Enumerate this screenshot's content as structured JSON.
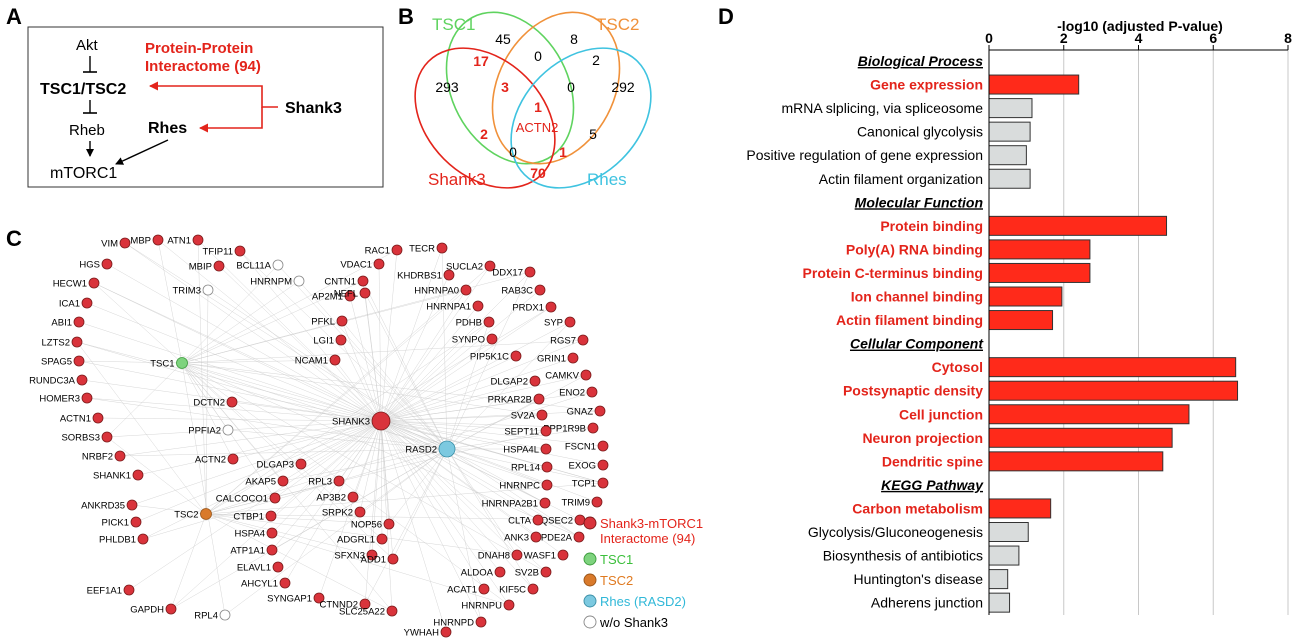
{
  "panel_labels": [
    "A",
    "B",
    "C",
    "D"
  ],
  "panel_a": {
    "akt": "Akt",
    "tsc": "TSC1/TSC2",
    "rheb": "Rheb",
    "mtorc1": "mTORC1",
    "rhes": "Rhes",
    "shank3": "Shank3",
    "ppi_line1": "Protein-Protein",
    "ppi_line2": "Interactome (94)",
    "colors": {
      "ppi": "#e3241b",
      "text": "#000000"
    }
  },
  "panel_b": {
    "set_labels": {
      "tsc1": "TSC1",
      "tsc2": "TSC2",
      "shank3": "Shank3",
      "rhes": "Rhes"
    },
    "set_colors": {
      "tsc1": "#5fd35f",
      "tsc2": "#f0913a",
      "shank3": "#e3241b",
      "rhes": "#3fc3e0"
    },
    "regions": [
      {
        "id": "tsc1-only",
        "value": "45",
        "highlight": false
      },
      {
        "id": "tsc2-only",
        "value": "8",
        "highlight": false
      },
      {
        "id": "shank3-only",
        "value": "293",
        "highlight": false
      },
      {
        "id": "rhes-only",
        "value": "292",
        "highlight": false
      },
      {
        "id": "tsc1-tsc2",
        "value": "0",
        "highlight": false
      },
      {
        "id": "tsc1-shank3",
        "value": "17",
        "highlight": true
      },
      {
        "id": "tsc2-rhes",
        "value": "2",
        "highlight": false
      },
      {
        "id": "tsc1-tsc2-shank3",
        "value": "3",
        "highlight": true
      },
      {
        "id": "tsc1-tsc2-rhes",
        "value": "0",
        "highlight": false
      },
      {
        "id": "all-four",
        "value": "1",
        "highlight": true
      },
      {
        "id": "tsc2-shank3",
        "value": "2",
        "highlight": true
      },
      {
        "id": "tsc1-rhes",
        "value": "5",
        "highlight": false
      },
      {
        "id": "tsc2-shank3-rhes-left",
        "value": "0",
        "highlight": false
      },
      {
        "id": "tsc1-shank3-rhes",
        "value": "1",
        "highlight": true
      },
      {
        "id": "shank3-rhes",
        "value": "70",
        "highlight": true
      }
    ],
    "center_gene": "ACTN2"
  },
  "panel_c": {
    "colors": {
      "interactome": "#d9333b",
      "tsc1": "#7ed37e",
      "tsc2": "#d97a2b",
      "rhes": "#7cc9e0",
      "without": "#ffffff",
      "edge": "#c9c9c9"
    },
    "hubs": [
      {
        "name": "SHANK3",
        "type": "hub-shank3"
      },
      {
        "name": "RASD2",
        "type": "hub-rhes"
      },
      {
        "name": "TSC1",
        "type": "tsc1"
      },
      {
        "name": "TSC2",
        "type": "tsc2"
      }
    ],
    "nodes": [
      {
        "name": "VIM",
        "type": "interactome"
      },
      {
        "name": "MBP",
        "type": "interactome"
      },
      {
        "name": "ATN1",
        "type": "interactome"
      },
      {
        "name": "TFIP11",
        "type": "interactome"
      },
      {
        "name": "MBIP",
        "type": "interactome"
      },
      {
        "name": "BCL11A",
        "type": "without"
      },
      {
        "name": "HNRNPM",
        "type": "without"
      },
      {
        "name": "TRIM3",
        "type": "without"
      },
      {
        "name": "HGS",
        "type": "interactome"
      },
      {
        "name": "HECW1",
        "type": "interactome"
      },
      {
        "name": "ICA1",
        "type": "interactome"
      },
      {
        "name": "ABI1",
        "type": "interactome"
      },
      {
        "name": "LZTS2",
        "type": "interactome"
      },
      {
        "name": "SPAG5",
        "type": "interactome"
      },
      {
        "name": "RUNDC3A",
        "type": "interactome"
      },
      {
        "name": "HOMER3",
        "type": "interactome"
      },
      {
        "name": "ACTN1",
        "type": "interactome"
      },
      {
        "name": "SORBS3",
        "type": "interactome"
      },
      {
        "name": "NRBF2",
        "type": "interactome"
      },
      {
        "name": "SHANK1",
        "type": "interactome"
      },
      {
        "name": "DCTN2",
        "type": "interactome"
      },
      {
        "name": "PPFIA2",
        "type": "without"
      },
      {
        "name": "ANKRD35",
        "type": "interactome"
      },
      {
        "name": "PICK1",
        "type": "interactome"
      },
      {
        "name": "PHLDB1",
        "type": "interactome"
      },
      {
        "name": "ACTN2",
        "type": "interactome"
      },
      {
        "name": "EEF1A1",
        "type": "interactome"
      },
      {
        "name": "GAPDH",
        "type": "interactome"
      },
      {
        "name": "RPL4",
        "type": "without"
      },
      {
        "name": "RAC1",
        "type": "interactome"
      },
      {
        "name": "TECR",
        "type": "interactome"
      },
      {
        "name": "VDAC1",
        "type": "interactome"
      },
      {
        "name": "SUCLA2",
        "type": "interactome"
      },
      {
        "name": "CNTN1",
        "type": "interactome"
      },
      {
        "name": "KHDRBS1",
        "type": "interactome"
      },
      {
        "name": "AP2M1",
        "type": "interactome"
      },
      {
        "name": "NEFL",
        "type": "interactome"
      },
      {
        "name": "HNRNPA0",
        "type": "interactome"
      },
      {
        "name": "HNRNPA1",
        "type": "interactome"
      },
      {
        "name": "PFKL",
        "type": "interactome"
      },
      {
        "name": "LGI1",
        "type": "interactome"
      },
      {
        "name": "NCAM1",
        "type": "interactome"
      },
      {
        "name": "PDHB",
        "type": "interactome"
      },
      {
        "name": "SYNPO",
        "type": "interactome"
      },
      {
        "name": "PIP5K1C",
        "type": "interactome"
      },
      {
        "name": "DDX17",
        "type": "interactome"
      },
      {
        "name": "RAB3C",
        "type": "interactome"
      },
      {
        "name": "PRDX1",
        "type": "interactome"
      },
      {
        "name": "SYP",
        "type": "interactome"
      },
      {
        "name": "RGS7",
        "type": "interactome"
      },
      {
        "name": "GRIN1",
        "type": "interactome"
      },
      {
        "name": "CAMKV",
        "type": "interactome"
      },
      {
        "name": "ENO2",
        "type": "interactome"
      },
      {
        "name": "GNAZ",
        "type": "interactome"
      },
      {
        "name": "PPP1R9B",
        "type": "interactome"
      },
      {
        "name": "FSCN1",
        "type": "interactome"
      },
      {
        "name": "EXOG",
        "type": "interactome"
      },
      {
        "name": "TCP1",
        "type": "interactome"
      },
      {
        "name": "TRIM9",
        "type": "interactome"
      },
      {
        "name": "DLGAP2",
        "type": "interactome"
      },
      {
        "name": "PRKAR2B",
        "type": "interactome"
      },
      {
        "name": "SV2A",
        "type": "interactome"
      },
      {
        "name": "SEPT11",
        "type": "interactome"
      },
      {
        "name": "HSPA4L",
        "type": "interactome"
      },
      {
        "name": "RPL14",
        "type": "interactome"
      },
      {
        "name": "HNRNPC",
        "type": "interactome"
      },
      {
        "name": "HNRNPA2B1",
        "type": "interactome"
      },
      {
        "name": "IQSEC2",
        "type": "interactome"
      },
      {
        "name": "CLTA",
        "type": "interactome"
      },
      {
        "name": "PDE2A",
        "type": "interactome"
      },
      {
        "name": "ANK3",
        "type": "interactome"
      },
      {
        "name": "WASF1",
        "type": "interactome"
      },
      {
        "name": "DNAH8",
        "type": "interactome"
      },
      {
        "name": "SV2B",
        "type": "interactome"
      },
      {
        "name": "ALDOA",
        "type": "interactome"
      },
      {
        "name": "KIF5C",
        "type": "interactome"
      },
      {
        "name": "ACAT1",
        "type": "interactome"
      },
      {
        "name": "HNRNPU",
        "type": "interactome"
      },
      {
        "name": "HNRNPD",
        "type": "interactome"
      },
      {
        "name": "YWHAH",
        "type": "interactome"
      },
      {
        "name": "DLGAP3",
        "type": "interactome"
      },
      {
        "name": "AKAP5",
        "type": "interactome"
      },
      {
        "name": "RPL3",
        "type": "interactome"
      },
      {
        "name": "AP3B2",
        "type": "interactome"
      },
      {
        "name": "SRPK2",
        "type": "interactome"
      },
      {
        "name": "CALCOCO1",
        "type": "interactome"
      },
      {
        "name": "CTBP1",
        "type": "interactome"
      },
      {
        "name": "NOP56",
        "type": "interactome"
      },
      {
        "name": "HSPA4",
        "type": "interactome"
      },
      {
        "name": "ADGRL1",
        "type": "interactome"
      },
      {
        "name": "ATP1A1",
        "type": "interactome"
      },
      {
        "name": "ELAVL1",
        "type": "interactome"
      },
      {
        "name": "SFXN3",
        "type": "interactome"
      },
      {
        "name": "ADD1",
        "type": "interactome"
      },
      {
        "name": "AHCYL1",
        "type": "interactome"
      },
      {
        "name": "SYNGAP1",
        "type": "interactome"
      },
      {
        "name": "CTNND2",
        "type": "interactome"
      },
      {
        "name": "SLC25A22",
        "type": "interactome"
      }
    ],
    "legend": [
      {
        "line1": "Shank3-mTORC1",
        "line2": "Interactome (94)",
        "type": "interactome",
        "text_color": "#e3241b"
      },
      {
        "line1": "TSC1",
        "line2": "",
        "type": "tsc1",
        "text_color": "#3cbf3c"
      },
      {
        "line1": "TSC2",
        "line2": "",
        "type": "tsc2",
        "text_color": "#e07a20"
      },
      {
        "line1": "Rhes (RASD2)",
        "line2": "",
        "type": "rhes",
        "text_color": "#30b8d8"
      },
      {
        "line1": "w/o Shank3",
        "line2": "",
        "type": "without",
        "text_color": "#000000"
      }
    ]
  },
  "chart_data": {
    "type": "bar",
    "orientation": "horizontal",
    "title": "-log10 (adjusted P-value)",
    "xlim": [
      0,
      8
    ],
    "xticks": [
      0,
      2,
      4,
      6,
      8
    ],
    "grid": true,
    "colors": {
      "highlight": "#ff2a1a",
      "normal": "#d9dcdc",
      "highlight_text": "#e3241b",
      "border": "#333333"
    },
    "groups": [
      {
        "name": "Biological Process",
        "items": [
          {
            "label": "Gene expression",
            "value": 2.4,
            "highlight": true
          },
          {
            "label": "mRNA slplicing, via spliceosome",
            "value": 1.15,
            "highlight": false
          },
          {
            "label": "Canonical glycolysis",
            "value": 1.1,
            "highlight": false
          },
          {
            "label": "Positive regulation of gene expression",
            "value": 1.0,
            "highlight": false
          },
          {
            "label": "Actin filament organization",
            "value": 1.1,
            "highlight": false
          }
        ]
      },
      {
        "name": "Molecular Function",
        "items": [
          {
            "label": "Protein binding",
            "value": 4.75,
            "highlight": true
          },
          {
            "label": "Poly(A) RNA binding",
            "value": 2.7,
            "highlight": true
          },
          {
            "label": "Protein C-terminus binding",
            "value": 2.7,
            "highlight": true
          },
          {
            "label": "Ion channel binding",
            "value": 1.95,
            "highlight": true
          },
          {
            "label": "Actin filament binding",
            "value": 1.7,
            "highlight": true
          }
        ]
      },
      {
        "name": "Cellular Component",
        "items": [
          {
            "label": "Cytosol",
            "value": 6.6,
            "highlight": true
          },
          {
            "label": "Postsynaptic density",
            "value": 6.65,
            "highlight": true
          },
          {
            "label": "Cell junction",
            "value": 5.35,
            "highlight": true
          },
          {
            "label": "Neuron projection",
            "value": 4.9,
            "highlight": true
          },
          {
            "label": "Dendritic spine",
            "value": 4.65,
            "highlight": true
          }
        ]
      },
      {
        "name": "KEGG Pathway",
        "items": [
          {
            "label": "Carbon metabolism",
            "value": 1.65,
            "highlight": true
          },
          {
            "label": "Glycolysis/Gluconeogenesis",
            "value": 1.05,
            "highlight": false
          },
          {
            "label": "Biosynthesis of antibiotics",
            "value": 0.8,
            "highlight": false
          },
          {
            "label": "Huntington's disease",
            "value": 0.5,
            "highlight": false
          },
          {
            "label": "Adherens junction",
            "value": 0.55,
            "highlight": false
          }
        ]
      }
    ]
  }
}
